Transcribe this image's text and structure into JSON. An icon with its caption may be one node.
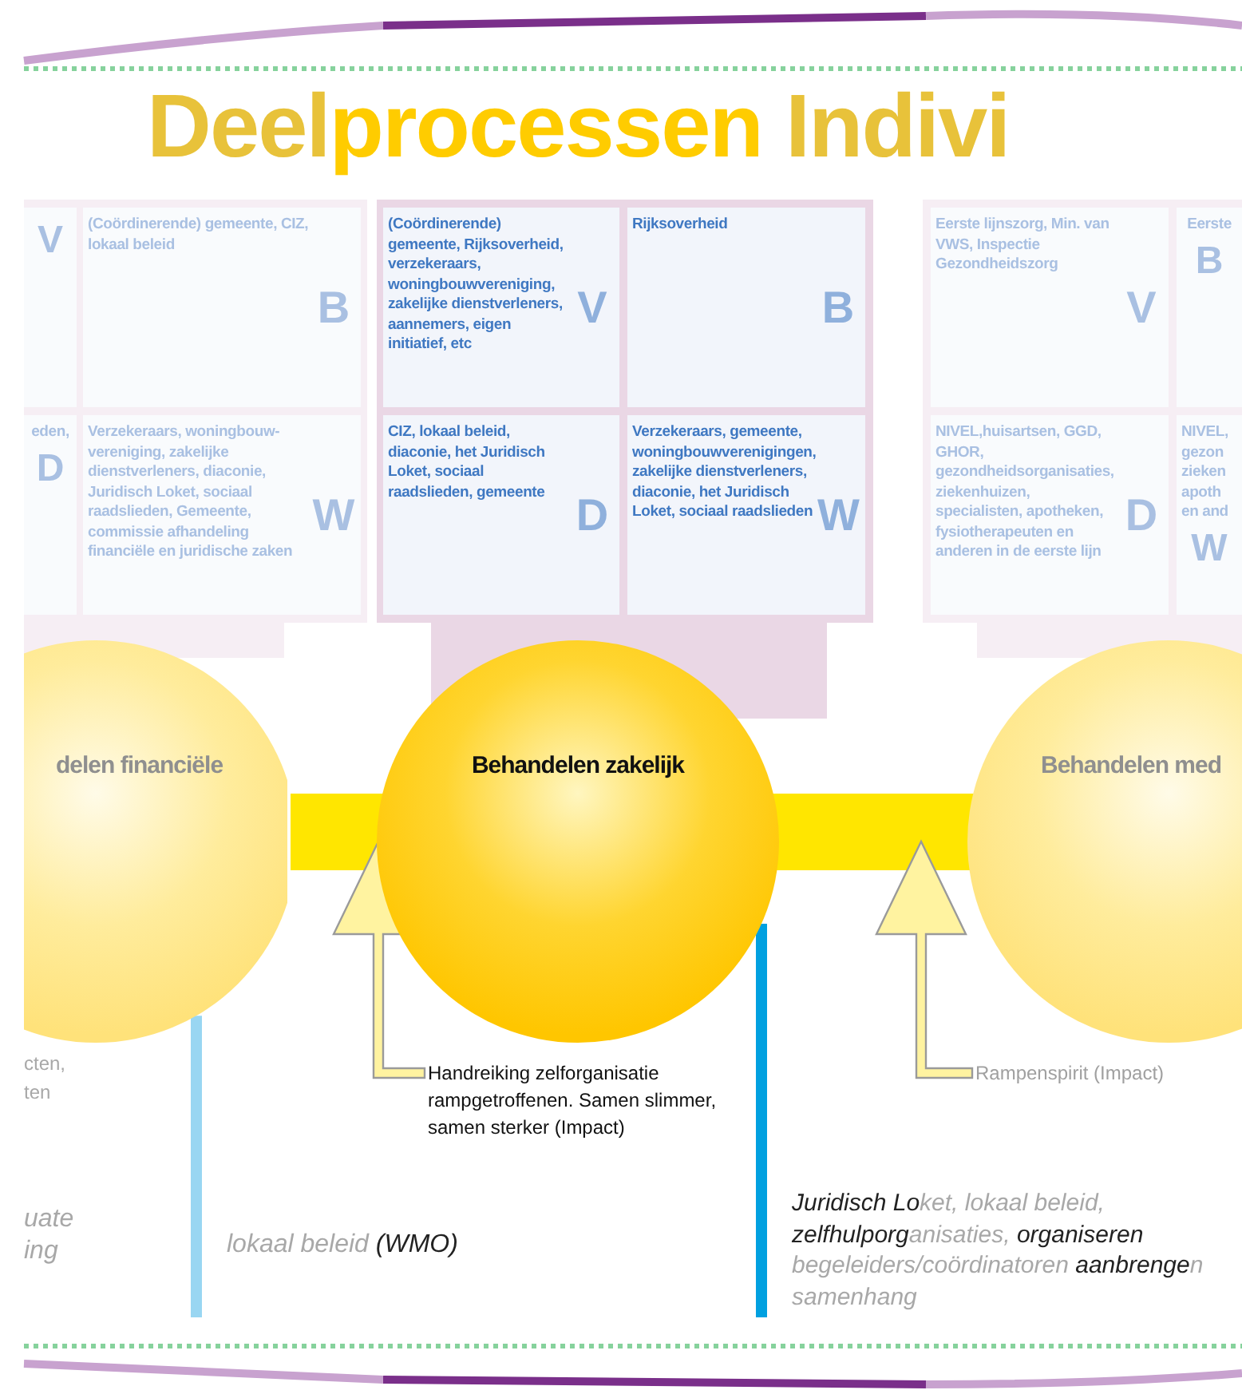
{
  "diagram": {
    "title": "Deel**processen** Indivi",
    "nodes": [
      {
        "text": [
          "V"
        ]
      },
      {
        "text": [
          "(Coördinerende) gemeente, CIZ, lokaal beleid",
          "B"
        ]
      },
      {
        "text": [
          "eden,",
          "D"
        ]
      },
      {
        "text": [
          "Verzekeraars, woningbouw-vereniging, zakelijke dienstverleners, diaconie, Juridisch Loket, sociaal raadslieden, Gemeente, commissie afhandeling financiële en juridische zaken",
          "W"
        ]
      },
      {
        "text": [
          "(Coördinerende) gemeente, Rijksoverheid, verzekeraars, woningbouwvereniging, zakelijke dienstverleners, aannemers, eigen initiatief, etc",
          "V"
        ]
      },
      {
        "text": [
          "Rijksoverheid",
          "B"
        ]
      },
      {
        "text": [
          "CIZ, lokaal beleid, diaconie, het Juridisch Loket, sociaal raadslieden, gemeente",
          "D"
        ]
      },
      {
        "text": [
          "Verzekeraars, gemeente, woningbouwverenigingen, zakelijke dienstverleners, diaconie, het Juridisch Loket, sociaal raadslieden",
          "W"
        ]
      },
      {
        "text": [
          "Eerste lijnszorg, Min. van VWS, Inspectie Gezondheidszorg",
          "V"
        ]
      },
      {
        "text": [
          "Eerste",
          "B"
        ]
      },
      {
        "text": [
          "NIVEL,huisartsen, GGD, GHOR, gezondheidsorganisaties, ziekenhuizen, specialisten, apotheken, fysiotherapeuten en anderen in de eerste lijn",
          "D"
        ]
      },
      {
        "text": [
          "NIVEL, gezon zieken apoth en and",
          "W"
        ]
      },
      {
        "text": [
          "delen financiële"
        ]
      },
      {
        "text": [
          "Behandelen zakelijk"
        ]
      },
      {
        "text": [
          "Behandelen med"
        ]
      },
      {
        "text": [
          "Handreiking zelforganisatie rampgetroffenen. Samen slimmer, samen sterker (Impact)"
        ]
      },
      {
        "text": [
          "Rampenspirit (Impact)"
        ]
      }
    ],
    "edges": [
      {
        "from": 12,
        "to": 13,
        "arrow": "none",
        "style": "thick",
        "color": "#ffe600"
      },
      {
        "from": 13,
        "to": 14,
        "arrow": "none",
        "style": "thick",
        "color": "#ffe600"
      },
      {
        "from": 15,
        "to": null,
        "arrow": "to"
      },
      {
        "from": 16,
        "to": null,
        "arrow": "to"
      },
      {
        "from": 12,
        "to": null,
        "arrow": "none",
        "color": "#99d6f2"
      },
      {
        "from": 13,
        "to": null,
        "arrow": "none",
        "color": "#00a0e0"
      }
    ],
    "labels": [
      "cten,",
      "ten",
      "uate",
      "ing",
      "lokaal beleid **(WMO)**",
      "**Juridisch Lo**ket, lokaal beleid, **zelfhulporg**anisaties, **organiseren** begeleiders/coördinatoren **aanbrenge**n samenhang"
    ]
  }
}
